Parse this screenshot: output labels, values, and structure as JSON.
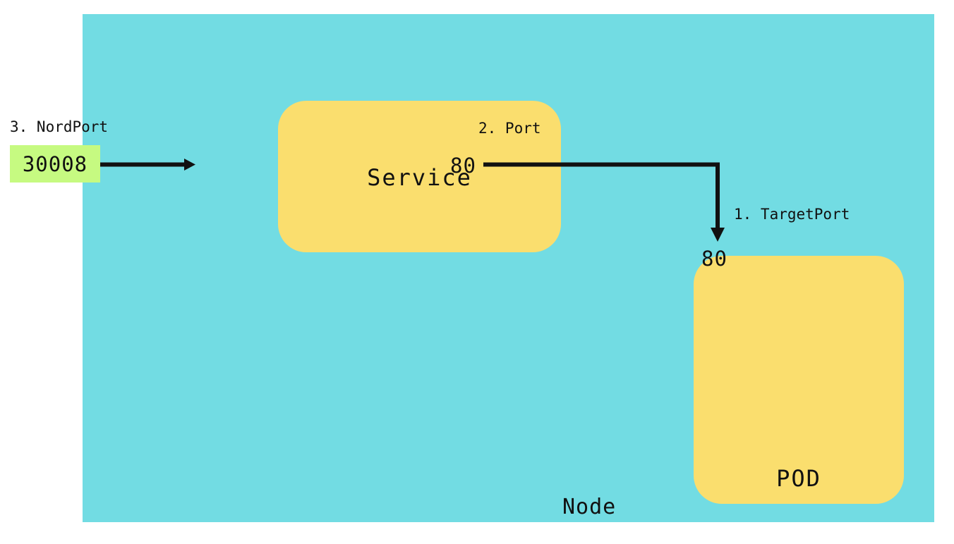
{
  "diagram": {
    "node": {
      "label": "Node",
      "background_color": "#72DCE3"
    },
    "boxes": [
      {
        "id": "service",
        "title": "Service",
        "color": "#FADE6E"
      },
      {
        "id": "pod",
        "title": "POD",
        "color": "#FADE6E"
      }
    ],
    "nodeport_badge": {
      "value": "30008",
      "color": "#C6FA81"
    },
    "ports": {
      "service_port": "80",
      "pod_target_port": "80"
    },
    "captions": {
      "nodeport": "3. NordPort",
      "port": "2. Port",
      "targetport": "1. TargetPort"
    },
    "connector_color": "#111111"
  }
}
